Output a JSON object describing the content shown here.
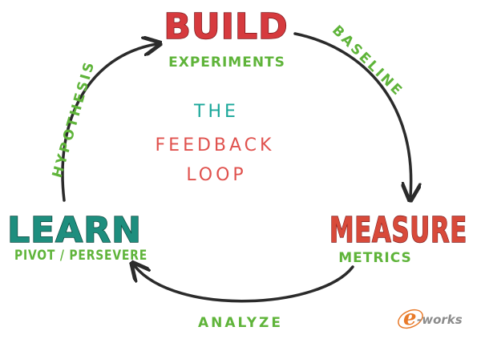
{
  "colors": {
    "build": "#d63a3e",
    "measure": "#d84a3a",
    "learn": "#1e8e7e",
    "green_text": "#5fb43a",
    "center_title": "#1aa79a",
    "center_sub": "#e0524e",
    "arrow": "#2b2b2b",
    "logo_orange": "#e87a2a",
    "logo_gray": "#8c8c8c"
  },
  "stages": {
    "build": {
      "title": "BUILD",
      "subtitle": "EXPERIMENTS"
    },
    "measure": {
      "title": "MEASURE",
      "subtitle": "METRICS"
    },
    "learn": {
      "title": "LEARN",
      "subtitle": "PIVOT / PERSEVERE"
    }
  },
  "edges": {
    "baseline": "BASELINE",
    "analyze": "ANALYZE",
    "hypothesis": "HYPOTHESIS"
  },
  "center": {
    "line1": "THE",
    "line2": "FEEDBACK",
    "line3": "LOOP"
  },
  "logo": {
    "e": "e",
    "rest": "-works"
  },
  "icons": {
    "arrowhead": "arrowhead-icon",
    "logo": "e-works-logo"
  }
}
